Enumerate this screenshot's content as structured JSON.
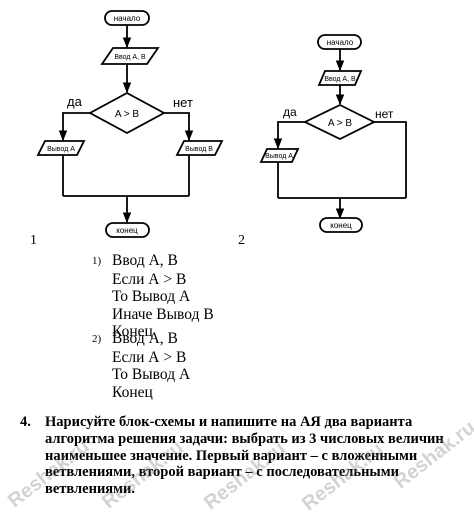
{
  "diagram1": {
    "number": "1",
    "start": "начало",
    "input": "Ввод А, В",
    "condition": "A > B",
    "yes": "да",
    "no": "нет",
    "out_left": "Вывод А",
    "out_right": "Вывод В",
    "end": "конец"
  },
  "diagram2": {
    "number": "2",
    "start": "начало",
    "input": "Ввод А, В",
    "condition": "A > B",
    "yes": "да",
    "no": "нет",
    "out_left": "Вывод А",
    "end": "конец"
  },
  "algorithms": [
    {
      "num": "1)",
      "lines": [
        "Ввод А, В",
        "Если А > В",
        "То Вывод А",
        "Иначе Вывод В",
        "Конец"
      ]
    },
    {
      "num": "2)",
      "lines": [
        "Ввод А, В",
        "Если А > В",
        "То Вывод А",
        "Конец"
      ]
    }
  ],
  "task": {
    "number": "4.",
    "text": "Нарисуйте блок-схемы и напишите на АЯ два варианта алгоритма решения задачи: выбрать из 3 числовых величин наименьшее значение. Первый вариант – с вложенными ветвлениями, второй вариант – с последовательными ветвлениями."
  },
  "watermark": "Reshak.ru"
}
